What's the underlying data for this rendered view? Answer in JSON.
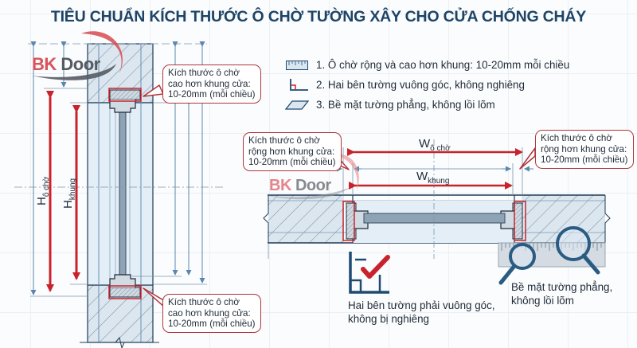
{
  "title": "TIÊU CHUẨN KÍCH THƯỚC Ô CHỜ TƯỜNG XÂY CHO CỬA CHỐNG CHÁY",
  "brand": {
    "logo_bk": "BK",
    "logo_door": "Door",
    "accent_red": "#d9535a",
    "gray": "#555b62"
  },
  "colors": {
    "title": "#1d4466",
    "line_blue": "#5b86ad",
    "wall_fill": "#dde7ef",
    "glass_fill": "#e3eef7",
    "callout_border": "#b0343c",
    "arrow_red": "#c8232d",
    "dark_outline": "#1f3b57"
  },
  "legend": {
    "items": [
      {
        "icon": "ruler-icon",
        "label": "1. Ô chờ rộng và cao hơn khung: 10-20mm mỗi chiều"
      },
      {
        "icon": "right-angle-icon",
        "label": "2. Hai bên tường vuông góc, không nghiêng"
      },
      {
        "icon": "flat-surface-icon",
        "label": "3. Bề mặt tường phẳng, không lồi lõm"
      }
    ]
  },
  "vertical_section": {
    "h_opening_label": "H",
    "h_opening_sub": "ô chờ",
    "h_frame_label": "H",
    "h_frame_sub": "khung",
    "callout_top": {
      "line1": "Kích thước ô chờ",
      "line2": "cao hơn khung cửa:",
      "line3": "10-20mm (mỗi chiều)"
    },
    "callout_bottom": {
      "line1": "Kích thước ô chờ",
      "line2": "cao hơn khung cửa:",
      "line3": "10-20mm (mỗi chiều)"
    }
  },
  "horizontal_section": {
    "w_opening_label": "W",
    "w_opening_sub": "ô chờ",
    "w_frame_label": "W",
    "w_frame_sub": "khung",
    "callout_left": {
      "line1": "Kích thước ô chờ",
      "line2": "rộng hơn khung cửa:",
      "line3": "10-20mm (mỗi chiều)"
    },
    "callout_right": {
      "line1": "Kích thước ô chờ",
      "line2": "rộng hơn khung cửa:",
      "line3": "10-20mm (mỗi chiều)"
    }
  },
  "notes": {
    "square": {
      "icon": "square-check-icon",
      "line1": "Hai bên tường phải vuông góc,",
      "line2": "không bị nghiêng"
    },
    "flat": {
      "icon": "magnifier-icon",
      "line1": "Bề mặt tường phẳng,",
      "line2": "không lồi lõm"
    }
  }
}
